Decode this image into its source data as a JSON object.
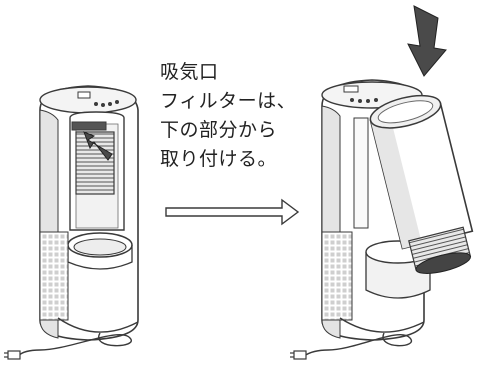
{
  "caption": {
    "line1": "吸気口",
    "line2": "フィルターは、",
    "line3": "下の部分から",
    "line4": "取り付ける。"
  },
  "colors": {
    "line": "#3a3a3a",
    "body_fill": "#ffffff",
    "shade": "#d6d6d6",
    "dark_shade": "#9a9a9a",
    "grille": "#bdbdbd",
    "arrow_fill": "#4a4a4a"
  },
  "icons": {
    "insert_arrow": "hand-pointing-arrow",
    "down_arrow": "down-arrow-icon",
    "transition_arrow": "right-arrow-icon"
  }
}
